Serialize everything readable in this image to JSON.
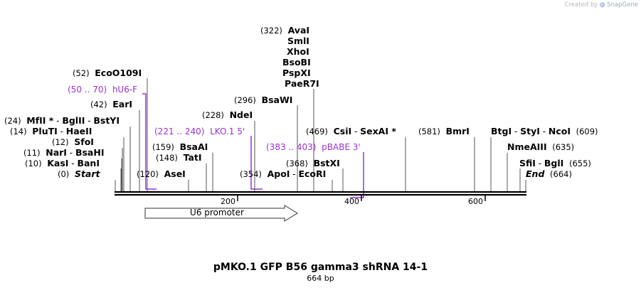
{
  "credit": {
    "prefix": "Created by",
    "brand": "SnapGene"
  },
  "map": {
    "title": "pMKO.1 GFP B56 gamma3 shRNA 14-1",
    "length_label": "664 bp",
    "ticks": [
      "200",
      "400",
      "600"
    ],
    "feature": {
      "name": "U6 promoter",
      "start": 50,
      "end": 312,
      "direction": "forward"
    },
    "sites": [
      {
        "pos": "(322)",
        "names": [
          "AvaI",
          "SmlI",
          "XhoI",
          "BsoBI",
          "PspXI",
          "PaeR7I"
        ]
      },
      {
        "pos": "(52)",
        "names": [
          "EcoO109I"
        ]
      },
      {
        "pos": "(296)",
        "names": [
          "BsaWI"
        ]
      },
      {
        "pos": "(42)",
        "names": [
          "EarI"
        ]
      },
      {
        "pos": "(228)",
        "names": [
          "NdeI"
        ]
      },
      {
        "pos": "(24)",
        "names": [
          "MfII *",
          "BglII",
          "BstYI"
        ]
      },
      {
        "pos": "(469)",
        "names": [
          "CsiI",
          "SexAI *"
        ]
      },
      {
        "pos": "(581)",
        "names": [
          "BmrI"
        ]
      },
      {
        "pos": "(609)",
        "names": [
          "BtgI",
          "StyI",
          "NcoI"
        ]
      },
      {
        "pos": "(14)",
        "names": [
          "PluTI",
          "HaeII"
        ]
      },
      {
        "pos": "(12)",
        "names": [
          "SfoI"
        ]
      },
      {
        "pos": "(159)",
        "names": [
          "BsaAI"
        ]
      },
      {
        "pos": "(635)",
        "names": [
          "NmeAIII"
        ]
      },
      {
        "pos": "(11)",
        "names": [
          "NarI",
          "BsaHI"
        ]
      },
      {
        "pos": "(148)",
        "names": [
          "TatI"
        ]
      },
      {
        "pos": "(10)",
        "names": [
          "KasI",
          "BanI"
        ]
      },
      {
        "pos": "(368)",
        "names": [
          "BstXI"
        ]
      },
      {
        "pos": "(655)",
        "names": [
          "SfiI",
          "BglI"
        ]
      },
      {
        "pos": "(0)",
        "names": [
          "Start"
        ]
      },
      {
        "pos": "(120)",
        "names": [
          "AseI"
        ]
      },
      {
        "pos": "(354)",
        "names": [
          "ApoI",
          "EcoRI"
        ]
      },
      {
        "pos": "(664)",
        "names": [
          "End"
        ]
      }
    ],
    "primers": [
      {
        "pos": "(50 .. 70)",
        "name": "hU6-F"
      },
      {
        "pos": "(221 .. 240)",
        "name": "LKO.1 5'"
      },
      {
        "pos": "(383 .. 403)",
        "name": "pBABE 3'"
      }
    ],
    "colors": {
      "primer": "#9b30d6",
      "backbone": "#000000"
    }
  }
}
